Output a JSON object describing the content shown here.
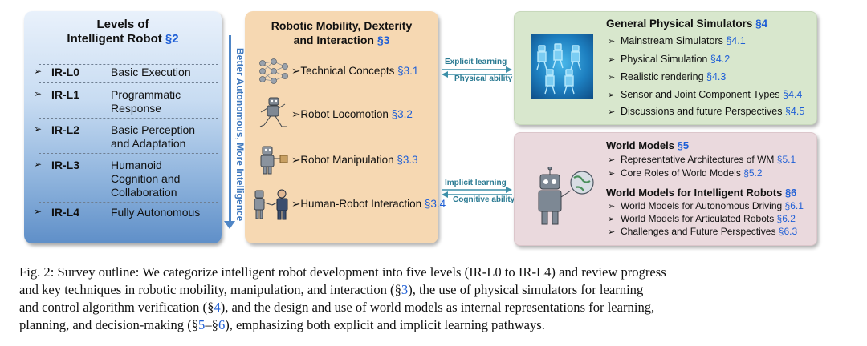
{
  "levels_panel": {
    "title_line1": "Levels of",
    "title_line2": "Intelligent Robot",
    "title_ref": "§2",
    "levels": [
      {
        "code": "IR-L0",
        "desc_lines": [
          "Basic Execution"
        ]
      },
      {
        "code": "IR-L1",
        "desc_lines": [
          "Programmatic",
          "Response"
        ]
      },
      {
        "code": "IR-L2",
        "desc_lines": [
          "Basic Perception",
          "and Adaptation"
        ]
      },
      {
        "code": "IR-L3",
        "desc_lines": [
          "Humanoid",
          "Cognition and",
          "Collaboration"
        ]
      },
      {
        "code": "IR-L4",
        "desc_lines": [
          "Fully Autonomous"
        ]
      }
    ],
    "side_arrow_text": "Better Autonomous, More Intelligence"
  },
  "robotic_panel": {
    "title_line1": "Robotic Mobility, Dexterity",
    "title_line2": "and Interaction",
    "title_ref": "§3",
    "items": [
      {
        "label": "Technical Concepts",
        "ref": "§3.1",
        "icon": "network-icon"
      },
      {
        "label": "Robot Locomotion",
        "ref": "§3.2",
        "icon": "running-robot-icon"
      },
      {
        "label": "Robot Manipulation",
        "ref": "§3.3",
        "icon": "robot-arm-icon"
      },
      {
        "label": "Human-Robot Interaction",
        "ref": "§3.4",
        "icon": "robot-handshake-icon"
      }
    ]
  },
  "connectors": {
    "top_forward": "Explicit learning",
    "top_backward": "Physical ability",
    "bottom_forward": "Implicit learning",
    "bottom_backward": "Cognitive ability"
  },
  "simulators_panel": {
    "title": "General Physical Simulators",
    "title_ref": "§4",
    "image_icon": "simulated-walking-robots-icon",
    "items": [
      {
        "label": "Mainstream Simulators",
        "ref": "§4.1"
      },
      {
        "label": "Physical Simulation",
        "ref": "§4.2"
      },
      {
        "label": "Realistic rendering",
        "ref": "§4.3"
      },
      {
        "label": "Sensor and Joint Component Types",
        "ref": "§4.4"
      },
      {
        "label": "Discussions and future Perspectives",
        "ref": "§4.5"
      }
    ]
  },
  "world_models_panel": {
    "title": "World Models",
    "title_ref": "§5",
    "image_icon": "robot-with-globe-icon",
    "items": [
      {
        "label": "Representative Architectures of WM",
        "ref": "§5.1"
      },
      {
        "label": "Core Roles of World Models",
        "ref": "§5.2"
      }
    ],
    "subtitle": "World Models for Intelligent Robots",
    "subtitle_ref": "§6",
    "sub_items": [
      {
        "label": "World Models for Autonomous Driving",
        "ref": "§6.1"
      },
      {
        "label": "World Models for Articulated Robots",
        "ref": "§6.2"
      },
      {
        "label": "Challenges and Future Perspectives",
        "ref": "§6.3"
      }
    ]
  },
  "bullet_glyph": "➢",
  "caption": {
    "line1": "Fig. 2: Survey outline: We categorize intelligent robot development into five levels (IR-L0 to IR-L4) and review progress",
    "line2_a": "and key techniques in robotic mobility, manipulation, and interaction (§",
    "line2_ref": "3",
    "line2_b": "), the use of physical simulators for learning",
    "line3_a": "and control algorithm verification (§",
    "line3_ref": "4",
    "line3_b": "), and the design and use of world models as internal representations for learning,",
    "line4_a": "planning, and decision-making (§",
    "line4_ref1": "5",
    "line4_mid": "–§",
    "line4_ref2": "6",
    "line4_b": "), emphasizing both explicit and implicit learning pathways."
  },
  "colors": {
    "ref_blue": "#1f5fd6",
    "levels_gradient_bottom": "#5f8fc8",
    "robotic_bg": "#f6d8b2",
    "simulators_bg": "#d8e7cd",
    "world_models_bg": "#ead9dd",
    "connector": "#3c8fa8"
  }
}
